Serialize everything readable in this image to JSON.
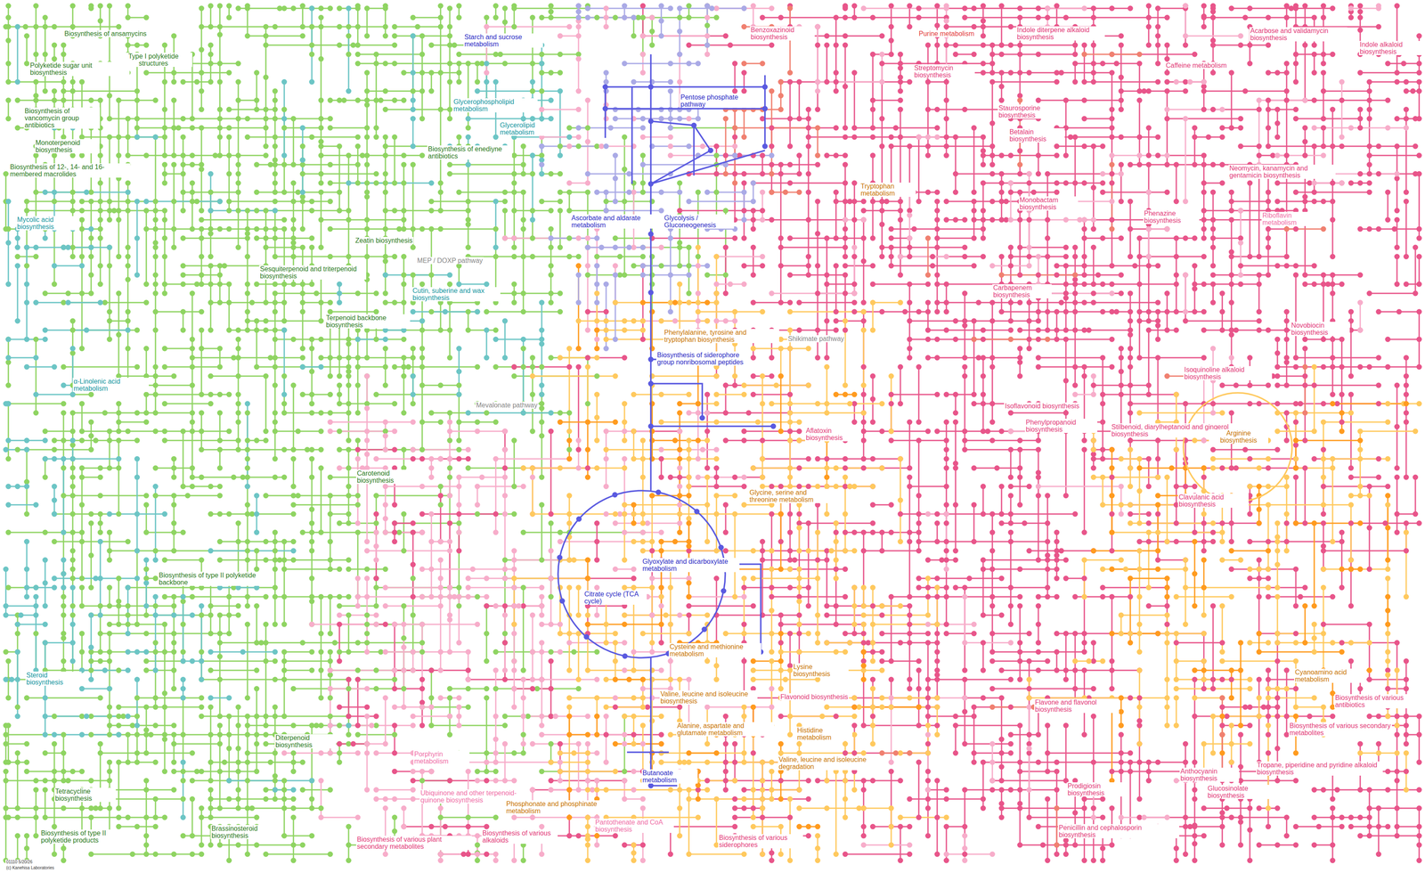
{
  "diagram": {
    "labels": [
      "Biosynthesis of ansamycins",
      "Type I polyketide structures",
      "Polyketide sugar unit biosynthesis",
      "Biosynthesis of vancomycin group antibiotics",
      "Monoterpenoid biosynthesis",
      "Biosynthesis of 12-, 14- and 16-membered macrolides",
      "Mycolic acid biosynthesis",
      "Glycerophospholipid metabolism",
      "Glycerolipid metabolism",
      "Starch and sucrose metabolism",
      "Pentose phosphate pathway",
      "Biosynthesis of enediyne antibiotics",
      "Zeatin biosynthesis",
      "MEP / DOXP pathway",
      "Sesquiterpenoid and triterpenoid biosynthesis",
      "Cutin, suberine and wax biosynthesis",
      "Ascorbate and aldarate metabolism",
      "Glycolysis / Gluconeogenesis",
      "Terpenoid backbone biosynthesis",
      "α-Linolenic acid metabolism",
      "Mevalonate pathway",
      "Biosynthesis of siderophore group nonribosomal peptides",
      "Phenylalanine, tyrosine and tryptophan biosynthesis",
      "Shikimate pathway",
      "Carotenoid biosynthesis",
      "Biosynthesis of type II polyketide backbone",
      "Glyoxylate and dicarboxylate metabolism",
      "Citrate cycle (TCA cycle)",
      "Glycine, serine and threonine metabolism",
      "Aflatoxin biosynthesis",
      "Steroid biosynthesis",
      "Cysteine and methionine metabolism",
      "Valine, leucine and isoleucine biosynthesis",
      "Alanine, aspartate and glutamate metabolism",
      "Lysine biosynthesis",
      "Flavonoid biosynthesis",
      "Histidine metabolism",
      "Valine, leucine and isoleucine degradation",
      "Diterpenoid biosynthesis",
      "Porphyrin metabolism",
      "Ubiquinone and other terpenoid-quinone biosynthesis",
      "Phosphonate and phosphinate metabolism",
      "Butanoate metabolism",
      "Pantothenate and CoA biosynthesis",
      "Tetracycline biosynthesis",
      "Brassinosteroid biosynthesis",
      "Biosynthesis of type II polyketide products",
      "Biosynthesis of various plant secondary metabolites",
      "Biosynthesis of various alkaloids",
      "Biosynthesis of various siderophores",
      "Benzoxazinoid biosynthesis",
      "Purine metabolism",
      "Indole diterpene alkaloid biosynthesis",
      "Acarbose and validamycin biosynthesis",
      "Indole alkaloid biosynthesis",
      "Streptomycin biosynthesis",
      "Caffeine metabolism",
      "Staurosporine biosynthesis",
      "Betalain biosynthesis",
      "Neomycin, kanamycin and gentamicin biosynthesis",
      "Tryptophan metabolism",
      "Monobactam biosynthesis",
      "Phenazine biosynthesis",
      "Riboflavin metabolism",
      "Carbapenem biosynthesis",
      "Novobiocin biosynthesis",
      "Isoquinoline alkaloid biosynthesis",
      "Isoflavonoid biosynthesis",
      "Phenylpropanoid biosynthesis",
      "Stilbenoid, diarylheptanoid and gingerol biosynthesis",
      "Arginine biosynthesis",
      "Clavulanic acid biosynthesis",
      "Cyanoamino acid metabolism",
      "Flavone and flavonol biosynthesis",
      "Biosynthesis of various antibiotics",
      "Biosynthesis of various secondary metabolites",
      "Tropane, piperidine and pyridine alkaloid biosynthesis",
      "Anthocyanin biosynthesis",
      "Glucosinolate biosynthesis",
      "Prodigiosin biosynthesis",
      "Penicillin and cephalosporin biosynthesis",
      "01110 5/20/26",
      "(c) Kanehisa Laboratories"
    ]
  }
}
